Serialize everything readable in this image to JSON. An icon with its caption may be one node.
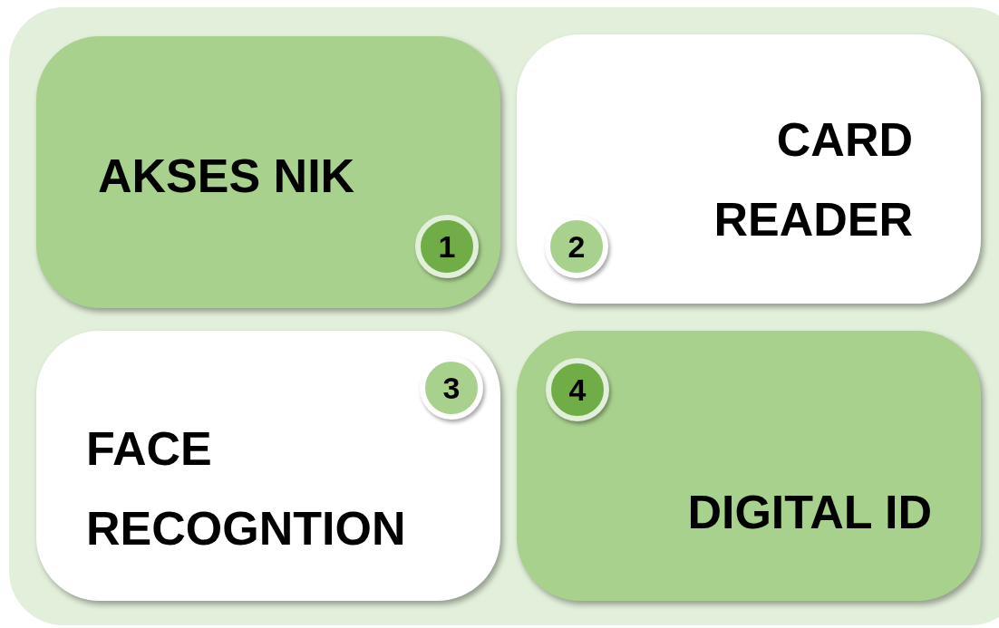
{
  "diagram": {
    "nodes": [
      {
        "text": [
          "AKSES NIK"
        ]
      },
      {
        "text": [
          "1"
        ],
        "in": 0
      },
      {
        "text": [
          "CARD READER"
        ]
      },
      {
        "text": [
          "2"
        ],
        "in": 2
      },
      {
        "text": [
          "FACE RECOGNTION"
        ]
      },
      {
        "text": [
          "3"
        ],
        "in": 4
      },
      {
        "text": [
          "DIGITAL ID"
        ]
      },
      {
        "text": [
          "4"
        ],
        "in": 6
      }
    ]
  }
}
